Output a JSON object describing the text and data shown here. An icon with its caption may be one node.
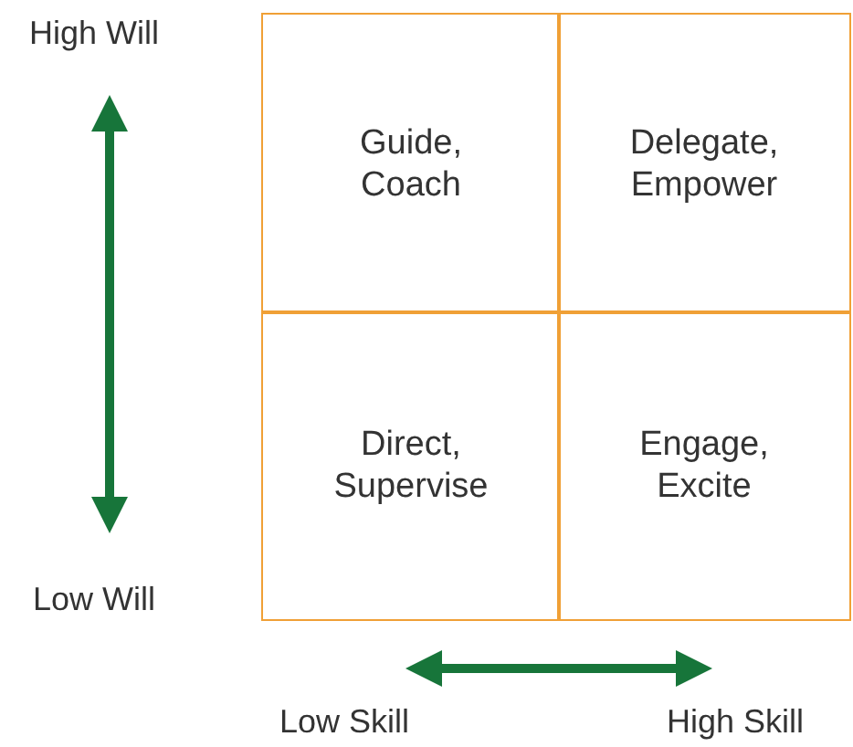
{
  "diagram": {
    "nodes": [
      {
        "text": [
          "Guide, Coach"
        ]
      },
      {
        "text": [
          "Delegate, Empower"
        ]
      },
      {
        "text": [
          "Direct, Supervise"
        ]
      },
      {
        "text": [
          "Engage, Excite"
        ]
      }
    ],
    "edges": [],
    "labels": [
      "High Will",
      "Low Will",
      "Low Skill",
      "High Skill"
    ]
  }
}
